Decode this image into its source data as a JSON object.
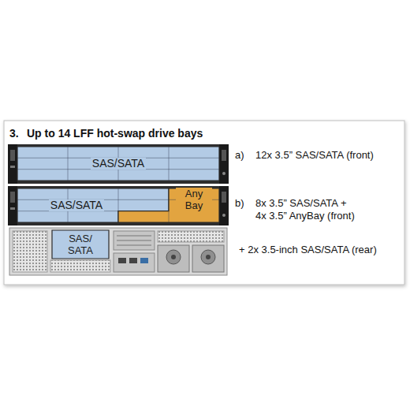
{
  "diagram": {
    "title": "Up to 14 LFF hot-swap drive bays",
    "nodes": [
      {
        "text": [
          "SAS/SATA"
        ]
      },
      {
        "text": [
          "SAS/SATA"
        ]
      },
      {
        "text": [
          "Any Bay"
        ]
      },
      {
        "text": [
          "SAS/ SATA"
        ]
      }
    ],
    "labels": [
      "3.",
      "a)",
      "12x 3.5” SAS/SATA (front)",
      "b)",
      "8x 3.5” SAS/SATA +",
      "4x 3.5” AnyBay (front)",
      "+ 2x 3.5-inch SAS/SATA (rear)"
    ]
  }
}
